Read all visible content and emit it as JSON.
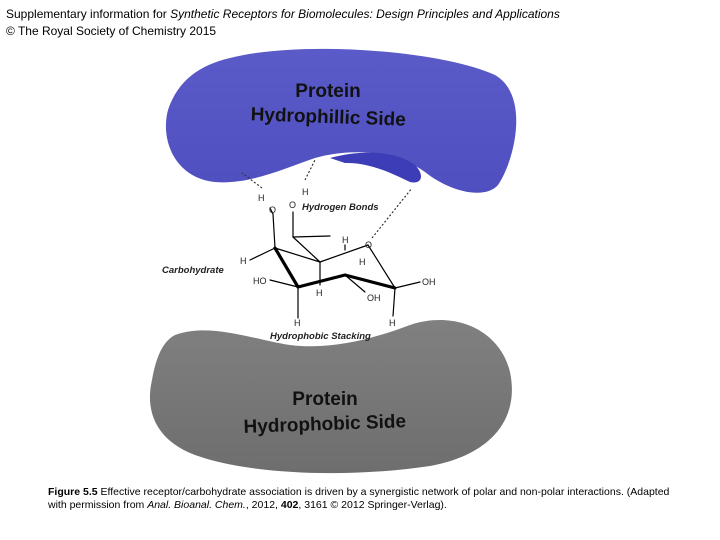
{
  "header": {
    "line1_prefix": "Supplementary information for ",
    "line1_title": "Synthetic Receptors for Biomolecules: Design Principles and Applications",
    "line2": "© The Royal Society of Chemistry 2015"
  },
  "diagram": {
    "top_blob": {
      "line1": "Protein",
      "line2": "Hydrophillic Side",
      "color": "#5b5bc6"
    },
    "bottom_blob": {
      "line1": "Protein",
      "line2": "Hydrophobic Side",
      "color": "#7a7a7a"
    },
    "labels": {
      "hydrogen_bonds": "Hydrogen Bonds",
      "carbohydrate": "Carbohydrate",
      "hydrophobic_stacking": "Hydrophobic Stacking"
    },
    "atoms": {
      "h_top1": "H",
      "h_left_oh": "H",
      "o_left": "O",
      "o_top": "O",
      "h_ring_top": "H",
      "o_ring": "O",
      "h_left_c": "H",
      "ho_left": "HO",
      "h_mid": "H",
      "oh_right": "OH",
      "h_right_c": "H",
      "oh_bottom": "OH",
      "h_stack_left": "H",
      "h_stack_right": "H"
    }
  },
  "caption": {
    "label": "Figure 5.5",
    "text1": " Effective receptor/carbohydrate association is driven by a synergistic network of polar and non-polar interactions. (Adapted with permission from ",
    "journal": "Anal. Bioanal. Chem.",
    "text2": ", 2012, ",
    "volume": "402",
    "text3": ", 3161 © 2012 Springer-Verlag)."
  }
}
